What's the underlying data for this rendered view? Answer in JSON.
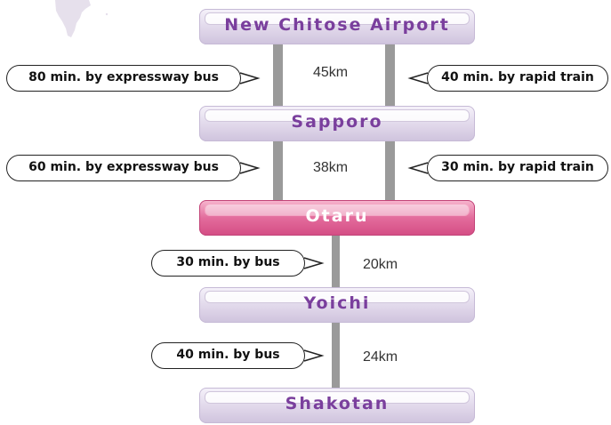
{
  "stations": [
    {
      "name": "New Chitose Airport",
      "highlight": false
    },
    {
      "name": "Sapporo",
      "highlight": false
    },
    {
      "name": "Otaru",
      "highlight": true
    },
    {
      "name": "Yoichi",
      "highlight": false
    },
    {
      "name": "Shakotan",
      "highlight": false
    }
  ],
  "segments": [
    {
      "distance": "45km",
      "left_note": "80 min. by expressway bus",
      "right_note": "40 min. by rapid train"
    },
    {
      "distance": "38km",
      "left_note": "60 min. by expressway bus",
      "right_note": "30 min. by rapid train"
    },
    {
      "distance": "20km",
      "left_note": "30 min. by bus"
    },
    {
      "distance": "24km",
      "left_note": "40 min. by bus"
    }
  ],
  "colors": {
    "station_text": "#7a3f9d",
    "highlight_fill": "#d44c84",
    "connector": "#9a9a9a",
    "map_fragment": "#e6e0ec"
  }
}
